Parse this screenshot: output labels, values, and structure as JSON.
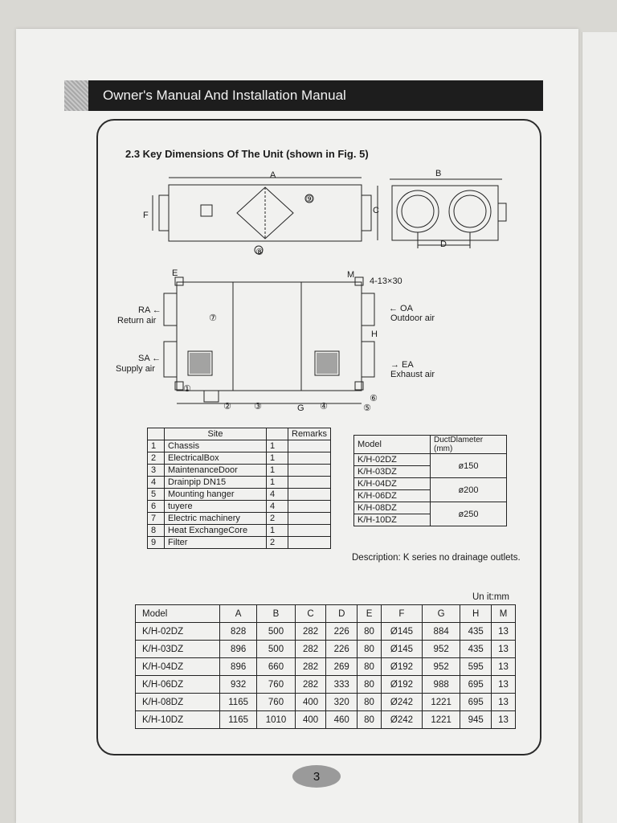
{
  "header": {
    "title": "Owner's Manual  And Installation Manual"
  },
  "section": {
    "title": "2.3 Key Dimensions Of The Unit (shown in Fig. 5)"
  },
  "diagram": {
    "labels": {
      "A": "A",
      "B": "B",
      "C": "C",
      "D": "D",
      "E": "E",
      "F": "F",
      "G": "G",
      "H": "H",
      "M": "M",
      "bolts": "4-13×30",
      "ra": "RA ←",
      "ra_sub": "Return air",
      "oa": "← OA",
      "oa_sub": "Outdoor air",
      "sa": "SA ←",
      "sa_sub": "Supply air",
      "ea": "→ EA",
      "ea_sub": "Exhaust air",
      "c1": "①",
      "c2": "②",
      "c3": "③",
      "c4": "④",
      "c5": "⑤",
      "c6": "⑥",
      "c7": "⑦",
      "c8": "⑧",
      "c9": "⑨"
    }
  },
  "parts_table": {
    "headers": [
      "",
      "Site",
      "",
      "Remarks"
    ],
    "rows": [
      [
        "1",
        "Chassis",
        "1",
        ""
      ],
      [
        "2",
        "ElectricalBox",
        "1",
        ""
      ],
      [
        "3",
        "MaintenanceDoor",
        "1",
        ""
      ],
      [
        "4",
        "Drainpip DN15",
        "1",
        ""
      ],
      [
        "5",
        "Mounting hanger",
        "4",
        ""
      ],
      [
        "6",
        "tuyere",
        "4",
        ""
      ],
      [
        "7",
        "Electric machinery",
        "2",
        ""
      ],
      [
        "8",
        "Heat ExchangeCore",
        "1",
        ""
      ],
      [
        "9",
        "Filter",
        "2",
        ""
      ]
    ]
  },
  "duct_table": {
    "headers": [
      "Model",
      "DuctDlameter (mm)"
    ],
    "groups": [
      {
        "models": [
          "K/H-02DZ",
          "K/H-03DZ"
        ],
        "diameter": "ø150"
      },
      {
        "models": [
          "K/H-04DZ",
          "K/H-06DZ"
        ],
        "diameter": "ø200"
      },
      {
        "models": [
          "K/H-08DZ",
          "K/H-10DZ"
        ],
        "diameter": "ø250"
      }
    ]
  },
  "description": "Description: K series no drainage outlets.",
  "unit_note": "Un it:mm",
  "dims_table": {
    "headers": [
      "Model",
      "A",
      "B",
      "C",
      "D",
      "E",
      "F",
      "G",
      "H",
      "M"
    ],
    "rows": [
      [
        "K/H-02DZ",
        "828",
        "500",
        "282",
        "226",
        "80",
        "Ø145",
        "884",
        "435",
        "13"
      ],
      [
        "K/H-03DZ",
        "896",
        "500",
        "282",
        "226",
        "80",
        "Ø145",
        "952",
        "435",
        "13"
      ],
      [
        "K/H-04DZ",
        "896",
        "660",
        "282",
        "269",
        "80",
        "Ø192",
        "952",
        "595",
        "13"
      ],
      [
        "K/H-06DZ",
        "932",
        "760",
        "282",
        "333",
        "80",
        "Ø192",
        "988",
        "695",
        "13"
      ],
      [
        "K/H-08DZ",
        "1165",
        "760",
        "400",
        "320",
        "80",
        "Ø242",
        "1221",
        "695",
        "13"
      ],
      [
        "K/H-10DZ",
        "1165",
        "1010",
        "400",
        "460",
        "80",
        "Ø242",
        "1221",
        "945",
        "13"
      ]
    ]
  },
  "page_number": "3"
}
